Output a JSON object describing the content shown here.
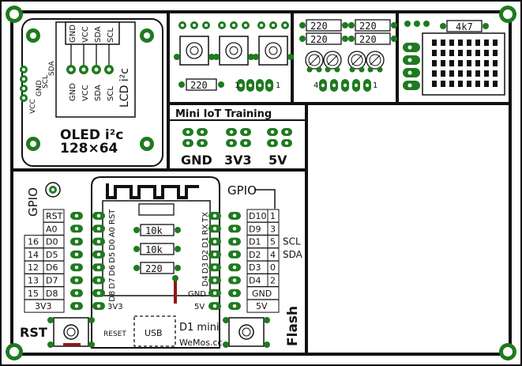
{
  "colors": {
    "board": "#ffffff",
    "silk": "#111111",
    "pad": "#1f7a1f",
    "pad_inner": "#ffffff",
    "jumper": "#8b1a1a"
  },
  "oled": {
    "header_top": [
      "GND",
      "VCC",
      "SDA",
      "SCL"
    ],
    "header_bottom": [
      "GND",
      "VCC",
      "SDA",
      "SCL"
    ],
    "side_labels": [
      "VCC",
      "GND",
      "SCL",
      "SDA"
    ],
    "title_line1": "OLED i²c",
    "title_line2": "128×64",
    "lcd_label": "LCD i²c"
  },
  "pots": {
    "resistor": "220",
    "pin_left": "1",
    "pin_right": "1"
  },
  "leds": {
    "resistors": [
      "220",
      "220",
      "220",
      "220"
    ],
    "pin_left": "4",
    "pin_right": "1"
  },
  "matrix": {
    "resistor": "4k7"
  },
  "iot": {
    "title": "Mini IoT Training",
    "labels": [
      "GND",
      "3V3",
      "5V"
    ]
  },
  "gpio_left": {
    "label": "GPIO",
    "rows": [
      {
        "a": "",
        "b": "RST"
      },
      {
        "a": "",
        "b": "A0"
      },
      {
        "a": "16",
        "b": "D0"
      },
      {
        "a": "14",
        "b": "D5"
      },
      {
        "a": "12",
        "b": "D6"
      },
      {
        "a": "13",
        "b": "D7"
      },
      {
        "a": "15",
        "b": "D8"
      },
      {
        "a": "3V3",
        "b": ""
      }
    ]
  },
  "gpio_right": {
    "label": "GPIO",
    "rows": [
      {
        "a": "D10",
        "b": "1",
        "c": ""
      },
      {
        "a": "D9",
        "b": "3",
        "c": ""
      },
      {
        "a": "D1",
        "b": "5",
        "c": "SCL"
      },
      {
        "a": "D2",
        "b": "4",
        "c": "SDA"
      },
      {
        "a": "D3",
        "b": "0",
        "c": ""
      },
      {
        "a": "D4",
        "b": "2",
        "c": ""
      },
      {
        "a": "GND",
        "b": "",
        "c": ""
      },
      {
        "a": "5V",
        "b": "",
        "c": ""
      }
    ]
  },
  "d1": {
    "pins_left": [
      "RST",
      "A0",
      "D0",
      "D5",
      "D6",
      "D7",
      "D8",
      "3V3"
    ],
    "pins_right": [
      "TX",
      "RX",
      "D1",
      "D2",
      "D3",
      "D4",
      "GND",
      "5V"
    ],
    "resistors": [
      "10k",
      "10k",
      "220"
    ],
    "usb": "USB",
    "name": "D1 mini",
    "maker": "WeMos.cc"
  },
  "buttons": {
    "rst": "RST",
    "reset": "RESET",
    "flash": "Flash"
  }
}
